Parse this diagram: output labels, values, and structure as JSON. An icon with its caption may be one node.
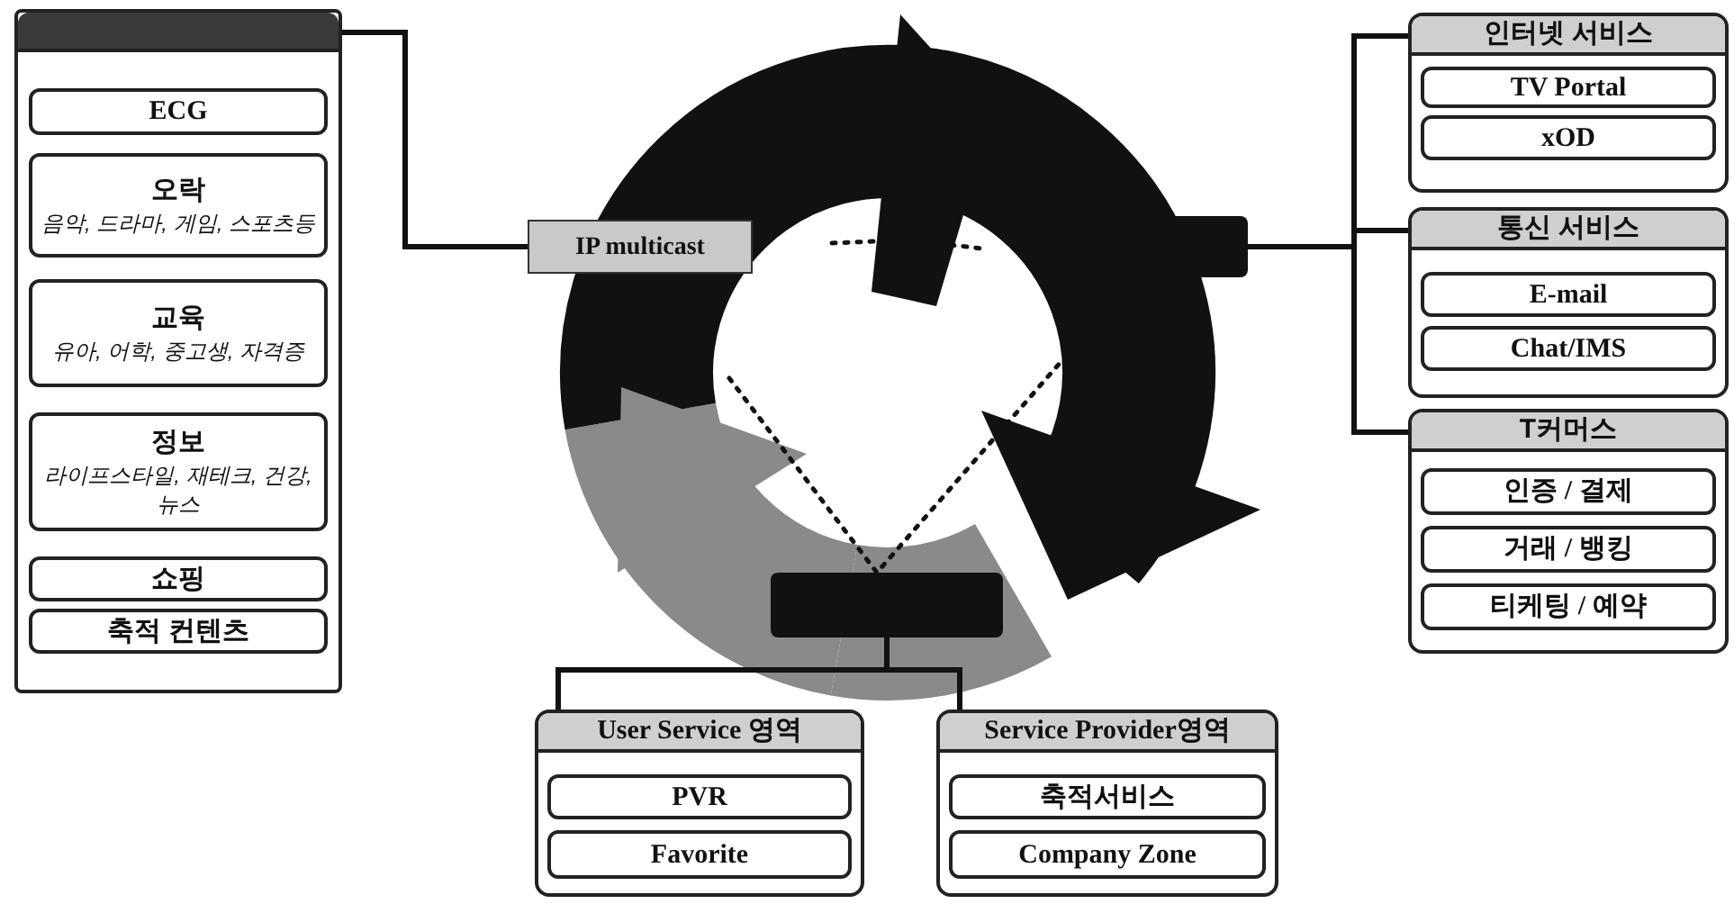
{
  "diagram": {
    "nodes": [
      {
        "text": [],
        "shape": "box"
      },
      {
        "text": [
          "ECG"
        ],
        "in": 0
      },
      {
        "text": [
          "오락",
          "음악, 드라마, 게임, 스포츠등"
        ],
        "in": 0
      },
      {
        "text": [
          "교육",
          "유아, 어학, 중고생, 자격증"
        ],
        "in": 0
      },
      {
        "text": [
          "정보",
          "라이프스타일, 재테크, 건강, 뉴스"
        ],
        "in": 0
      },
      {
        "text": [
          "쇼핑"
        ],
        "in": 0
      },
      {
        "text": [
          "축적 컨텐츠"
        ],
        "in": 0
      },
      {
        "text": [
          "IP multicast"
        ]
      },
      {
        "text": [],
        "shape": "box"
      },
      {
        "text": [],
        "shape": "box"
      },
      {
        "text": [
          "인터넷 서비스"
        ]
      },
      {
        "text": [
          "TV Portal"
        ],
        "in": 10
      },
      {
        "text": [
          "xOD"
        ],
        "in": 10
      },
      {
        "text": [
          "통신 서비스"
        ]
      },
      {
        "text": [
          "E-mail"
        ],
        "in": 13
      },
      {
        "text": [
          "Chat/IMS"
        ],
        "in": 13
      },
      {
        "text": [
          "T커머스"
        ]
      },
      {
        "text": [
          "인증 / 결제"
        ],
        "in": 16
      },
      {
        "text": [
          "거래 / 뱅킹"
        ],
        "in": 16
      },
      {
        "text": [
          "티케팅 / 예약"
        ],
        "in": 16
      },
      {
        "text": [
          "User Service 영역"
        ]
      },
      {
        "text": [
          "PVR"
        ],
        "in": 20
      },
      {
        "text": [
          "Favorite"
        ],
        "in": 20
      },
      {
        "text": [
          "Service Provider영역"
        ]
      },
      {
        "text": [
          "축적서비스"
        ],
        "in": 23
      },
      {
        "text": [
          "Company Zone"
        ],
        "in": 23
      }
    ],
    "edges": [
      {
        "from": 0,
        "to": 7,
        "arrow": "none"
      },
      {
        "from": 8,
        "to": 10,
        "arrow": "none"
      },
      {
        "from": 8,
        "to": 13,
        "arrow": "none"
      },
      {
        "from": 8,
        "to": 16,
        "arrow": "none"
      },
      {
        "from": 9,
        "to": 20,
        "arrow": "none"
      },
      {
        "from": 9,
        "to": 23,
        "arrow": "none"
      }
    ]
  }
}
